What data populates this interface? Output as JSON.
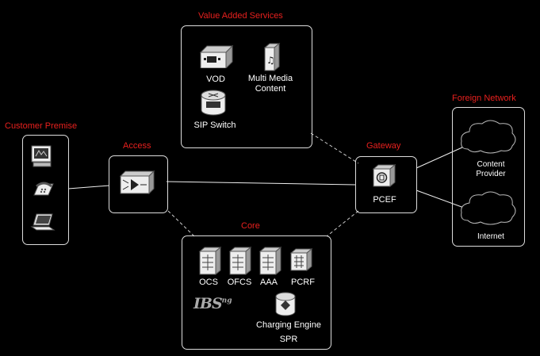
{
  "groups": {
    "vas": {
      "title": "Value Added Services",
      "vod": "VOD",
      "mm_line1": "Multi Media",
      "mm_line2": "Content",
      "sip": "SIP Switch"
    },
    "customer": {
      "title": "Customer Premise"
    },
    "access": {
      "title": "Access"
    },
    "gateway": {
      "title": "Gateway",
      "pcef": "PCEF"
    },
    "foreign": {
      "title": "Foreign Network",
      "content_line1": "Content",
      "content_line2": "Provider",
      "internet": "Internet"
    },
    "core": {
      "title": "Core",
      "ocs": "OCS",
      "ofcs": "OFCS",
      "aaa": "AAA",
      "pcrf": "PCRF",
      "logo": "IBS",
      "logo_sup": "ng",
      "charging": "Charging Engine",
      "spr": "SPR"
    }
  },
  "colors": {
    "background": "#000000",
    "title": "#e8201e",
    "border": "#dddddd"
  }
}
